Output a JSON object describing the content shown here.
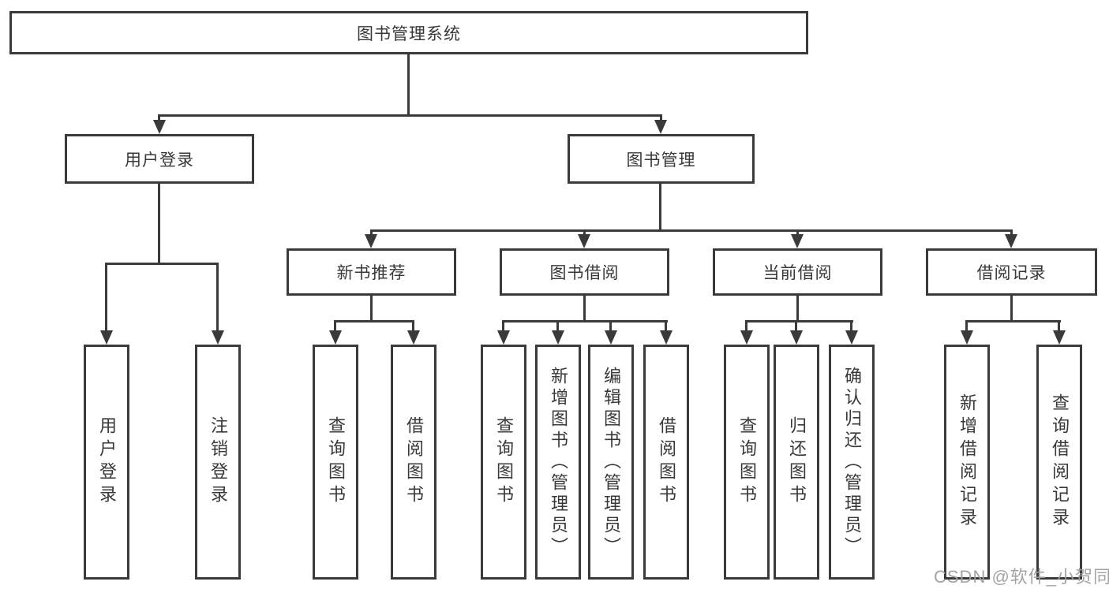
{
  "nodes": {
    "root": "图书管理系统",
    "user_login": {
      "label": "用户登录",
      "children": [
        "用户登录",
        "注销登录"
      ]
    },
    "book_mgmt": {
      "label": "图书管理",
      "sections": [
        {
          "label": "新书推荐",
          "children": [
            "查询图书",
            "借阅图书"
          ]
        },
        {
          "label": "图书借阅",
          "children": [
            "查询图书",
            "新增图书（管理员）",
            "编辑图书（管理员）",
            "借阅图书"
          ]
        },
        {
          "label": "当前借阅",
          "children": [
            "查询图书",
            "归还图书",
            "确认归还（管理员）"
          ]
        },
        {
          "label": "借阅记录",
          "children": [
            "新增借阅记录",
            "查询借阅记录"
          ]
        }
      ]
    }
  },
  "watermark": "CSDN @软件_小贺同学",
  "colors": {
    "line": "#3a3a3a",
    "background": "#ffffff",
    "text": "#383838",
    "watermark": "#9e9e9e"
  }
}
